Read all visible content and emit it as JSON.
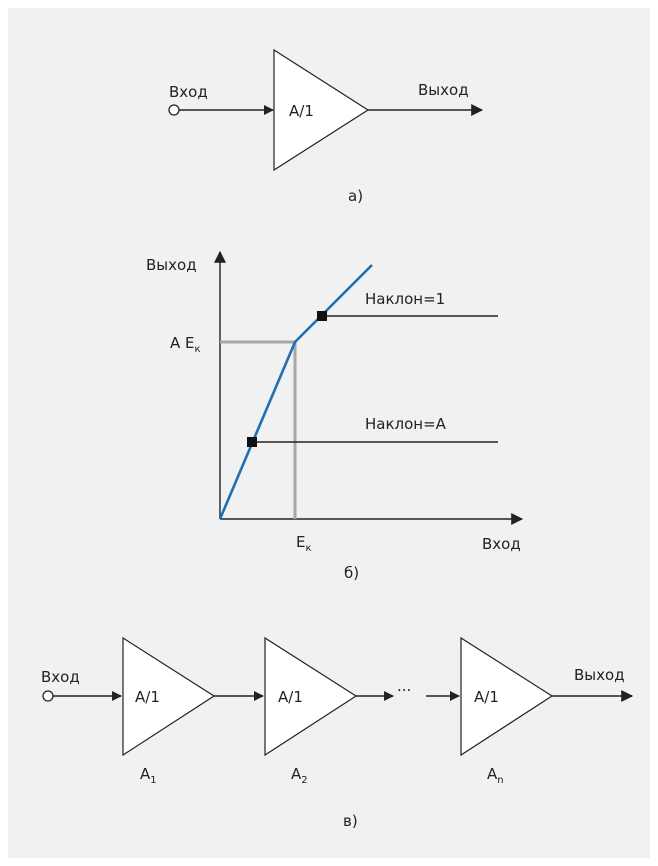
{
  "colors": {
    "background": "#f1f1f1",
    "line": "#222222",
    "curve": "#1f6fb2",
    "projection": "#a8a8a8"
  },
  "part_a": {
    "input_label": "Вход",
    "output_label": "Выход",
    "amp_label": "A/1",
    "caption": "а)"
  },
  "part_b": {
    "y_axis_label": "Выход",
    "x_axis_label": "Вход",
    "y_tick_main": "A E",
    "y_tick_sub": "к",
    "x_tick_main": "E",
    "x_tick_sub": "к",
    "slope_upper_label": "Наклон=1",
    "slope_lower_label": "Наклон=A",
    "caption": "б)"
  },
  "part_c": {
    "input_label": "Вход",
    "output_label": "Выход",
    "ellipsis": "...",
    "stages": [
      {
        "label": "A/1",
        "name_main": "A",
        "name_sub": "1"
      },
      {
        "label": "A/1",
        "name_main": "A",
        "name_sub": "2"
      },
      {
        "label": "A/1",
        "name_main": "A",
        "name_sub": "n"
      }
    ],
    "caption": "в)"
  }
}
